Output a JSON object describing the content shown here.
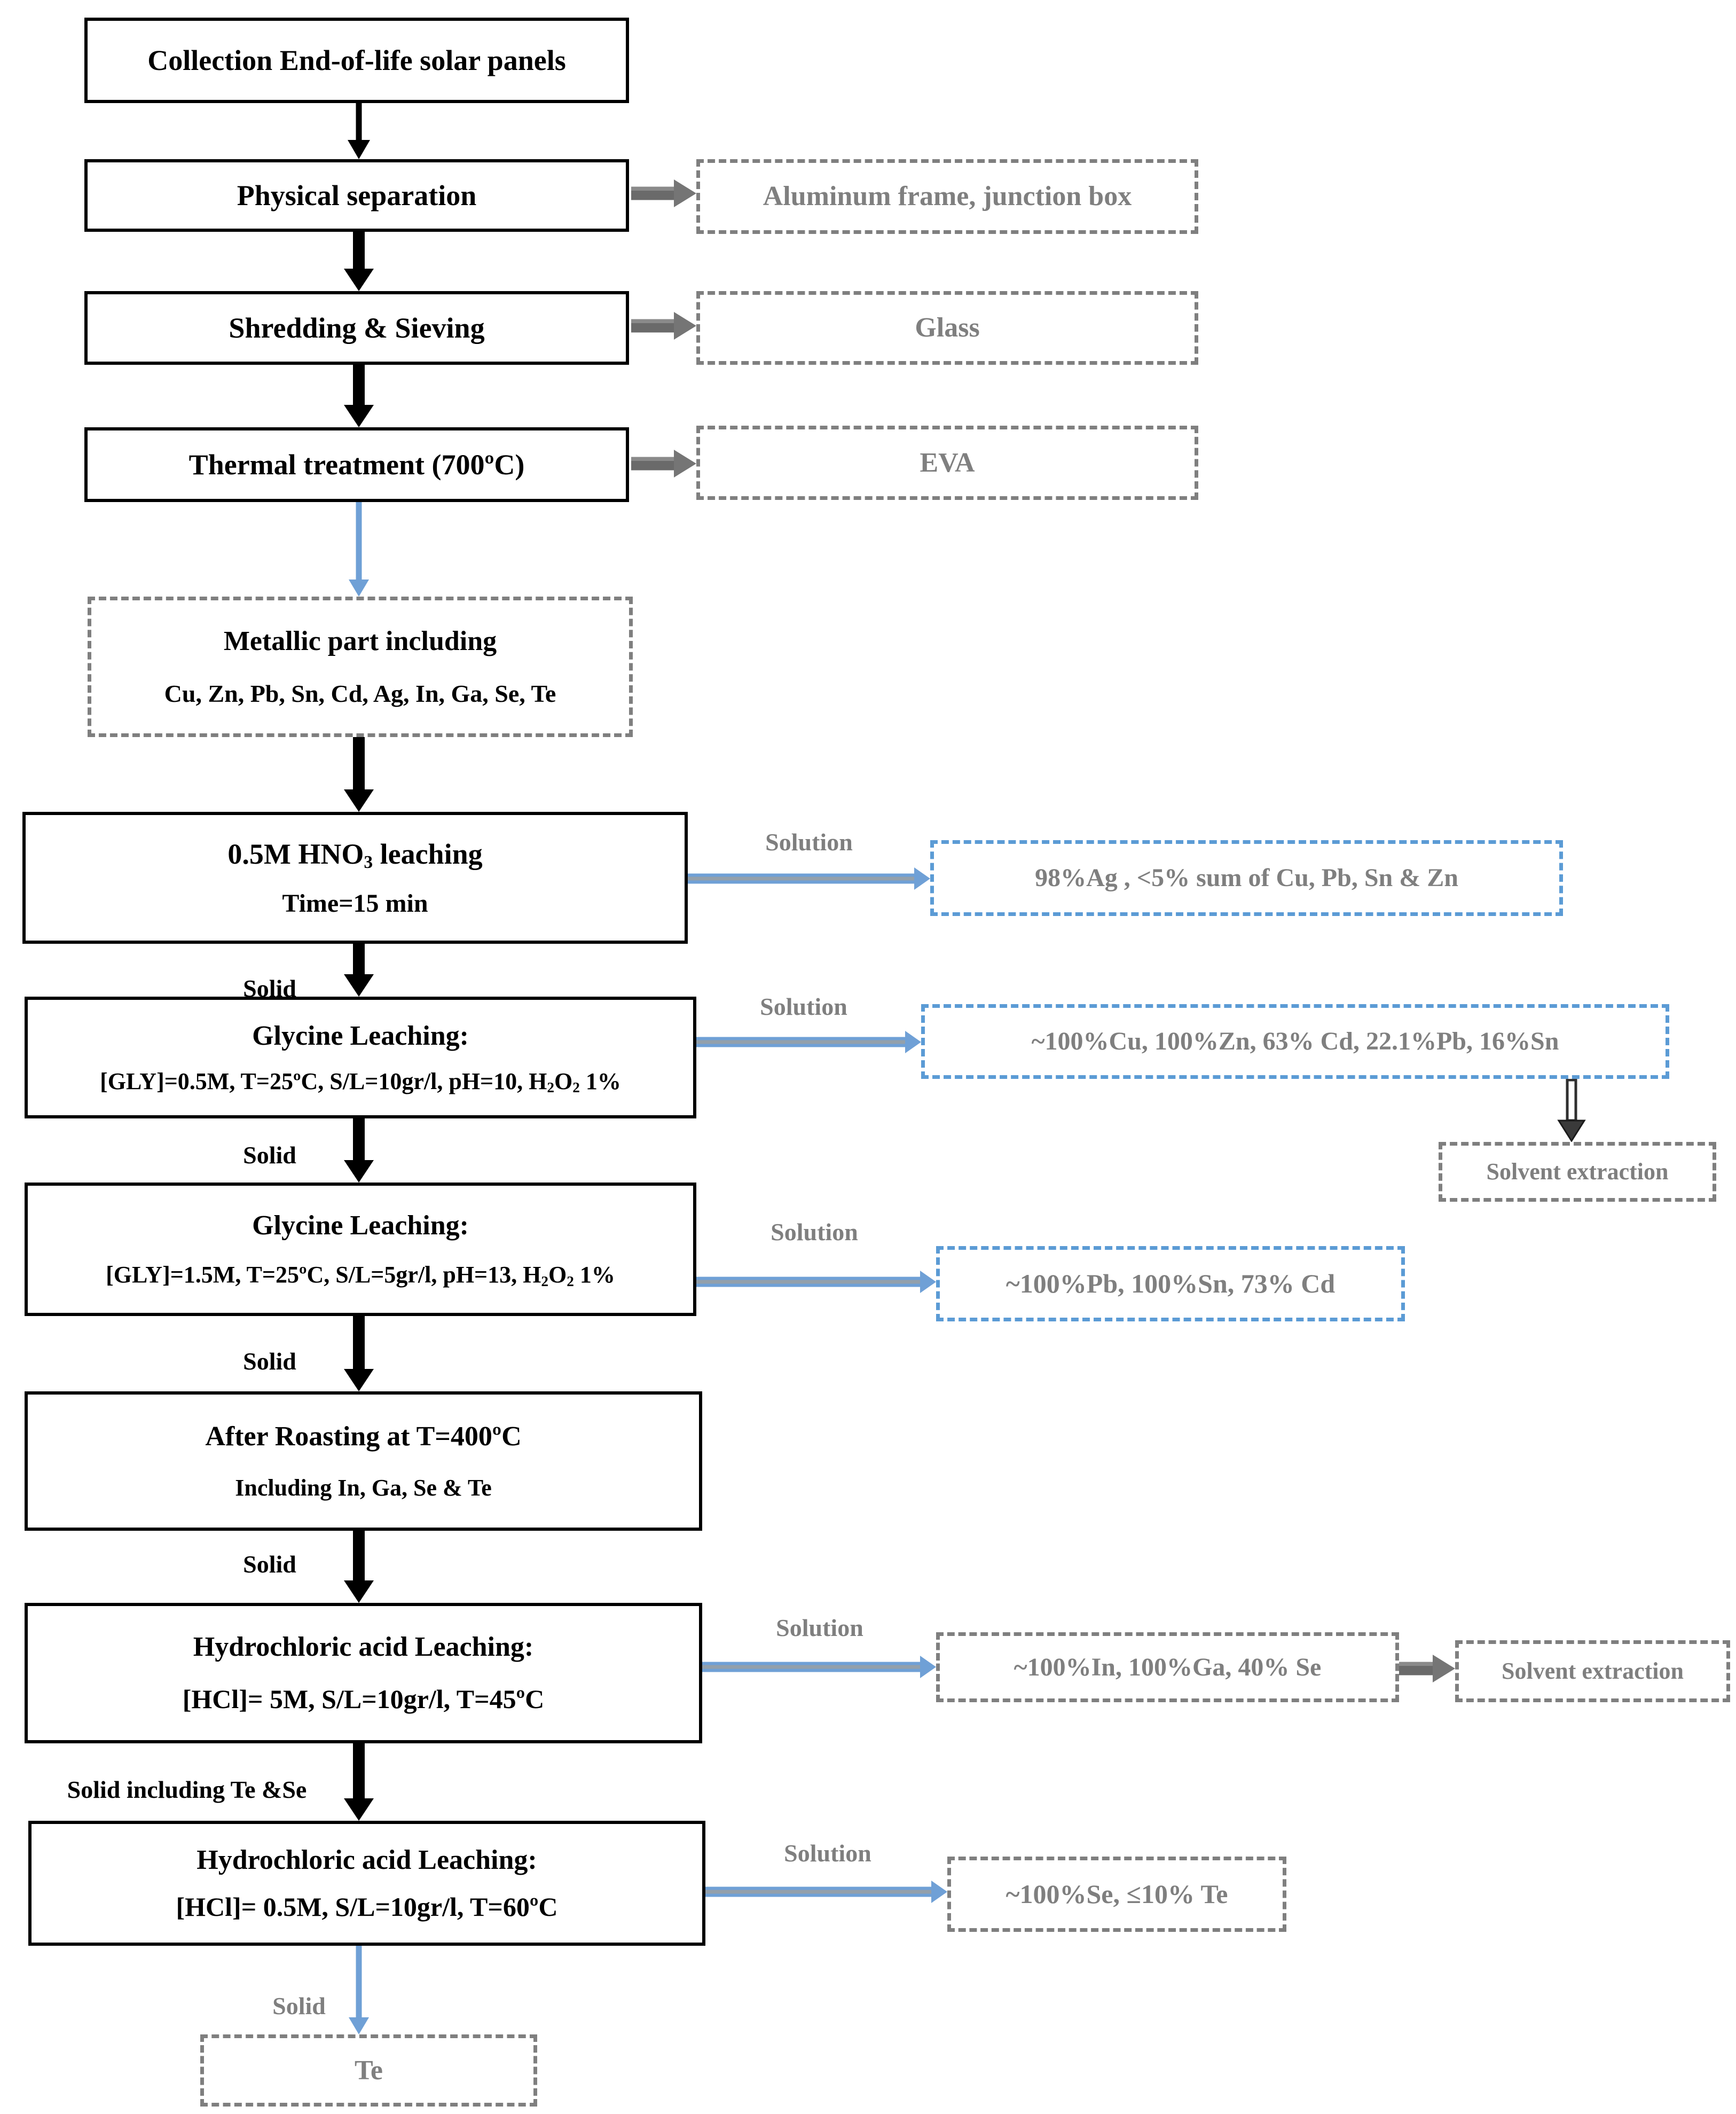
{
  "palette": {
    "blue_dash": "#5b9bd5",
    "arrow_blue": "#6fa0d6",
    "gray_dash": "#7f7f7f",
    "gray_text": "#7f7f7f",
    "black": "#000000"
  },
  "process": {
    "collection": {
      "title": "Collection End-of-life solar panels"
    },
    "physical": {
      "title": "Physical separation"
    },
    "shredding": {
      "title": "Shredding & Sieving"
    },
    "thermal": {
      "title": "Thermal treatment (700ºC)"
    },
    "metallic": {
      "line1": "Metallic part including",
      "line2": "Cu, Zn, Pb, Sn, Cd, Ag, In, Ga, Se, Te"
    },
    "hno3": {
      "title_parts": [
        {
          "t": "0.5M HNO"
        },
        {
          "t": "3",
          "sub": true
        },
        {
          "t": " leaching"
        }
      ],
      "line2": "Time=15 min"
    },
    "glycine1": {
      "title": "Glycine Leaching:",
      "cond_parts": [
        {
          "t": "[GLY]=0.5M, T=25ºC, S/L=10gr/l, pH=10, H"
        },
        {
          "t": "2",
          "sub": true
        },
        {
          "t": "O"
        },
        {
          "t": "2",
          "sub": true
        },
        {
          "t": " 1%"
        }
      ]
    },
    "glycine2": {
      "title": "Glycine Leaching:",
      "cond_parts": [
        {
          "t": "[GLY]=1.5M, T=25ºC, S/L=5gr/l, pH=13, H"
        },
        {
          "t": "2",
          "sub": true
        },
        {
          "t": "O"
        },
        {
          "t": "2",
          "sub": true
        },
        {
          "t": " 1%"
        }
      ]
    },
    "roasting": {
      "line1": "After Roasting at T=400ºC",
      "line2": "Including In, Ga, Se & Te"
    },
    "hcl1": {
      "title": "Hydrochloric acid Leaching:",
      "cond": "[HCl]= 5M, S/L=10gr/l, T=45ºC"
    },
    "hcl2": {
      "title": "Hydrochloric acid Leaching:",
      "cond": "[HCl]= 0.5M, S/L=10gr/l, T=60ºC"
    }
  },
  "outputs": {
    "aluminum": "Aluminum frame, junction box",
    "glass": "Glass",
    "eva": "EVA",
    "silver": "98%Ag , <5% sum of Cu, Pb, Sn & Zn",
    "copper": "~100%Cu, 100%Zn, 63% Cd, 22.1%Pb, 16%Sn",
    "lead": "~100%Pb, 100%Sn, 73% Cd",
    "indium": "~100%In, 100%Ga, 40% Se",
    "selenium": "~100%Se, ≤10% Te",
    "tellurium": "Te",
    "solvent_extraction_1": "Solvent extraction",
    "solvent_extraction_2": "Solvent extraction"
  },
  "labels": {
    "solution": "Solution",
    "solid": "Solid",
    "solid_te_se": "Solid including Te &Se",
    "solid_final": "Solid"
  }
}
